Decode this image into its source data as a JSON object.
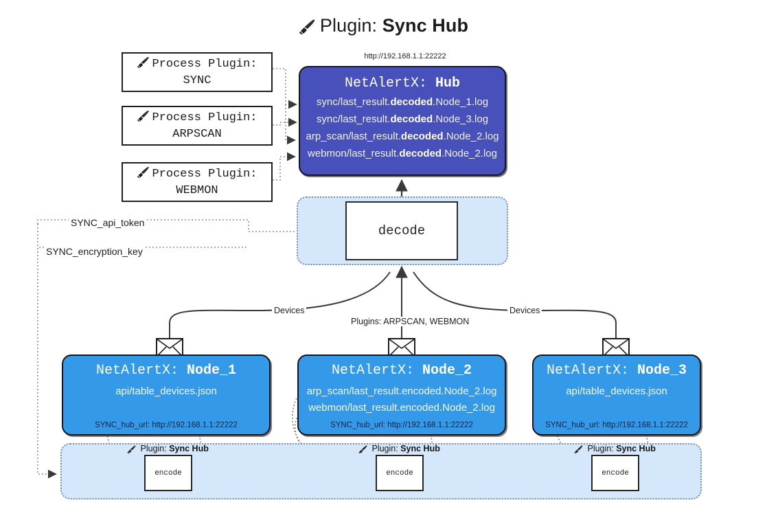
{
  "title": {
    "icon": "plug-icon",
    "prefix": "Plugin:",
    "name": "Sync Hub"
  },
  "process_plugins": [
    {
      "icon": "plug-icon",
      "line1": "Process Plugin:",
      "line2": "SYNC"
    },
    {
      "icon": "plug-icon",
      "line1": "Process Plugin:",
      "line2": "ARPSCAN"
    },
    {
      "icon": "plug-icon",
      "line1": "Process Plugin:",
      "line2": "WEBMON"
    }
  ],
  "hub": {
    "url": "http://192.168.1.1:22222",
    "title_prefix": "NetAlertX:",
    "title_name": "Hub",
    "logs": [
      {
        "pre": "sync/last_result.",
        "em": "decoded",
        "post": ".Node_1.log"
      },
      {
        "pre": "sync/last_result.",
        "em": "decoded",
        "post": ".Node_3.log"
      },
      {
        "pre": "arp_scan/last_result.",
        "em": "decoded",
        "post": ".Node_2.log"
      },
      {
        "pre": "webmon/last_result.",
        "em": "decoded",
        "post": ".Node_2.log"
      }
    ]
  },
  "decode": {
    "label": "decode"
  },
  "config": {
    "api_token": "SYNC_api_token",
    "encryption_key": "SYNC_encryption_key"
  },
  "edges": {
    "devices_left": "Devices",
    "devices_right": "Devices",
    "plugins_center": "Plugins: ARPSCAN, WEBMON"
  },
  "nodes": [
    {
      "title_prefix": "NetAlertX:",
      "title_name": "Node_1",
      "lines": [
        "api/table_devices.json"
      ],
      "footer": "SYNC_hub_url: http://192.168.1.1:22222",
      "envelope_icon": "envelope-icon"
    },
    {
      "title_prefix": "NetAlertX:",
      "title_name": "Node_2",
      "lines": [
        "arp_scan/last_result.encoded.Node_2.log",
        "webmon/last_result.encoded.Node_2.log"
      ],
      "footer": "SYNC_hub_url: http://192.168.1.1:22222",
      "envelope_icon": "envelope-icon"
    },
    {
      "title_prefix": "NetAlertX:",
      "title_name": "Node_3",
      "lines": [
        "api/table_devices.json"
      ],
      "footer": "SYNC_hub_url: http://192.168.1.1:22222",
      "envelope_icon": "envelope-icon"
    }
  ],
  "encoders": [
    {
      "tag_icon": "plug-icon",
      "tag_prefix": "Plugin:",
      "tag_name": "Sync Hub",
      "label": "encode"
    },
    {
      "tag_icon": "plug-icon",
      "tag_prefix": "Plugin:",
      "tag_name": "Sync Hub",
      "label": "encode"
    },
    {
      "tag_icon": "plug-icon",
      "tag_prefix": "Plugin:",
      "tag_name": "Sync Hub",
      "label": "encode"
    }
  ],
  "colors": {
    "hub": "#4750bb",
    "node": "#3499e9",
    "group": "#d5e7fa",
    "stroke": "#1f1f1f"
  }
}
